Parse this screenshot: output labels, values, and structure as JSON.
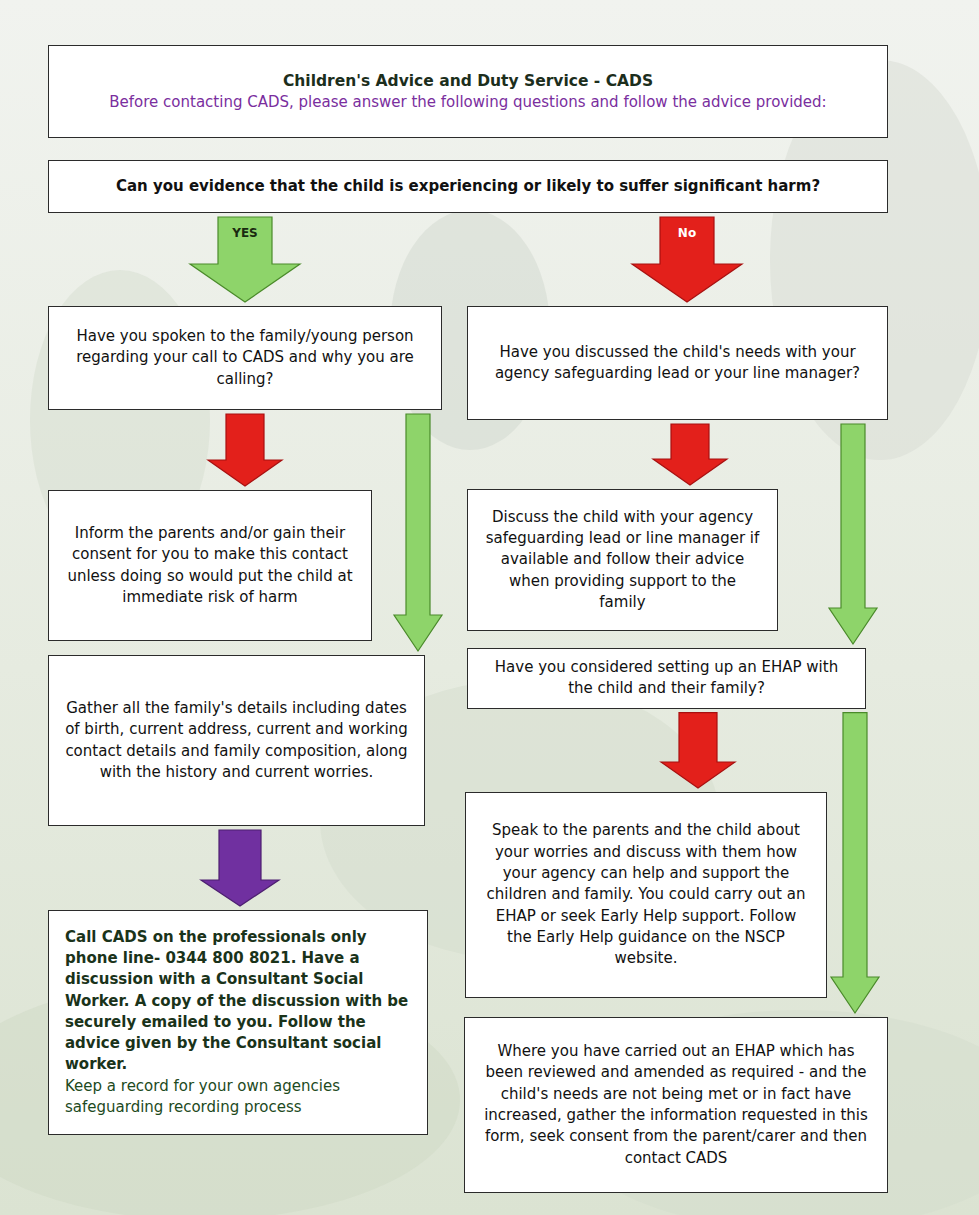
{
  "diagram": {
    "nodes": [
      {
        "text": [
          "Children's Advice and Duty Service - CADS",
          "Before contacting CADS, please answer the following questions and follow the advice provided:"
        ]
      },
      {
        "text": [
          "Can you evidence that the child is experiencing or likely to suffer significant harm?"
        ]
      },
      {
        "text": [
          "Have you spoken to the family/young person regarding your call to CADS and why you are calling?"
        ]
      },
      {
        "text": [
          "Have you discussed the child's needs with your agency safeguarding lead or your line manager?"
        ]
      },
      {
        "text": [
          "Inform the parents and/or gain their consent for you to make this contact unless doing so would put the child at immediate risk of harm"
        ]
      },
      {
        "text": [
          "Discuss the child with your agency safeguarding lead or line manager if available and follow their advice when providing support to the family"
        ]
      },
      {
        "text": [
          "Gather all the family's details including dates of birth, current address, current and working contact details and family composition, along with the history and current worries."
        ]
      },
      {
        "text": [
          "Have you considered setting up an EHAP with the child and their family?"
        ]
      },
      {
        "text": [
          "Call CADS on the professionals only phone line- 0344 800 8021. Have a discussion with a Consultant Social Worker. A copy of the discussion with be securely emailed to you. Follow the advice given by the Consultant social worker.",
          "Keep a record for your own agencies safeguarding recording process"
        ]
      },
      {
        "text": [
          "Speak to the parents and the child about your worries and discuss with them how your agency can help and support the children and family. You could carry out an EHAP or seek Early Help support. Follow the Early Help guidance on the NSCP website."
        ]
      },
      {
        "text": [
          "Where you have carried out an EHAP which has been reviewed and amended as required - and the child's needs are not being met or in fact have increased, gather the information requested in this form, seek consent from the parent/carer and then contact CADS"
        ]
      }
    ],
    "edges": [
      {
        "from": 1,
        "to": 2,
        "label": "YES",
        "arrow": "to"
      },
      {
        "from": 1,
        "to": 3,
        "label": "No",
        "arrow": "to"
      },
      {
        "from": 2,
        "to": 4,
        "arrow": "to"
      },
      {
        "from": 2,
        "to": 6,
        "arrow": "to"
      },
      {
        "from": 6,
        "to": 8,
        "arrow": "to"
      },
      {
        "from": 3,
        "to": 5,
        "arrow": "to"
      },
      {
        "from": 3,
        "to": 7,
        "arrow": "to"
      },
      {
        "from": 7,
        "to": 9,
        "arrow": "to"
      },
      {
        "from": 7,
        "to": 10,
        "arrow": "to"
      }
    ]
  }
}
